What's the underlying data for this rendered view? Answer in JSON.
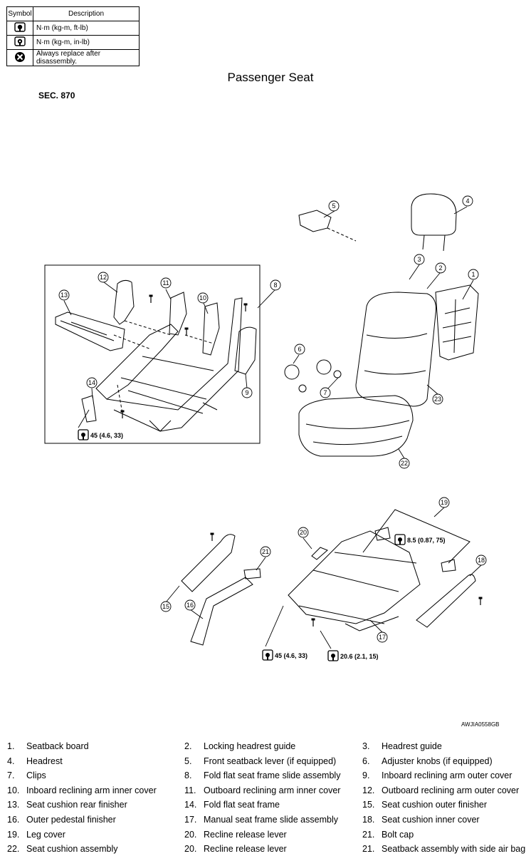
{
  "legend": {
    "header_symbol": "Symbol",
    "header_description": "Description",
    "rows": [
      {
        "icon": "torque-wrench-icon",
        "description": "N·m (kg-m, ft-lb)"
      },
      {
        "icon": "torque-wrench-small-icon",
        "description": "N·m (kg-m, in-lb)"
      },
      {
        "icon": "replace-x-icon",
        "description": "Always replace after disassembly."
      }
    ]
  },
  "title": "Passenger Seat",
  "section": "SEC. 870",
  "callouts": [
    "1",
    "2",
    "3",
    "4",
    "5",
    "6",
    "7",
    "8",
    "9",
    "10",
    "11",
    "12",
    "13",
    "14",
    "15",
    "16",
    "17",
    "18",
    "19",
    "20",
    "21",
    "22",
    "23"
  ],
  "torque_specs": {
    "upper_frame": "45 (4.6, 33)",
    "leg_cover": "8.5 (0.87, 75)",
    "lower_left": "45 (4.6, 33)",
    "lower_right": "20.6 (2.1, 15)"
  },
  "figure_id": "AWJIA0558GB",
  "parts": [
    {
      "num": "1.",
      "name": "Seatback board"
    },
    {
      "num": "2.",
      "name": "Locking headrest guide"
    },
    {
      "num": "3.",
      "name": "Headrest guide"
    },
    {
      "num": "4.",
      "name": "Headrest"
    },
    {
      "num": "5.",
      "name": "Front seatback lever (if equipped)"
    },
    {
      "num": "6.",
      "name": "Adjuster knobs (if equipped)"
    },
    {
      "num": "7.",
      "name": "Clips"
    },
    {
      "num": "8.",
      "name": "Fold flat seat frame slide assembly"
    },
    {
      "num": "9.",
      "name": "Inboard reclining arm outer cover"
    },
    {
      "num": "10.",
      "name": "Inboard reclining arm inner cover"
    },
    {
      "num": "11.",
      "name": "Outboard reclining arm inner cover"
    },
    {
      "num": "12.",
      "name": "Outboard reclining arm outer cover"
    },
    {
      "num": "13.",
      "name": "Seat cushion rear finisher"
    },
    {
      "num": "14.",
      "name": "Fold flat seat frame"
    },
    {
      "num": "15.",
      "name": "Seat cushion outer finisher"
    },
    {
      "num": "16.",
      "name": "Outer pedestal finisher"
    },
    {
      "num": "17.",
      "name": "Manual seat frame slide assembly"
    },
    {
      "num": "18.",
      "name": "Seat cushion inner cover"
    },
    {
      "num": "19.",
      "name": "Leg cover"
    },
    {
      "num": "20.",
      "name": "Recline release lever"
    },
    {
      "num": "21.",
      "name": "Bolt cap"
    },
    {
      "num": "22.",
      "name": "Seat cushion assembly"
    },
    {
      "num": "20.",
      "name": "Recline release lever"
    },
    {
      "num": "21.",
      "name": "Seatback assembly with side air bag"
    }
  ]
}
